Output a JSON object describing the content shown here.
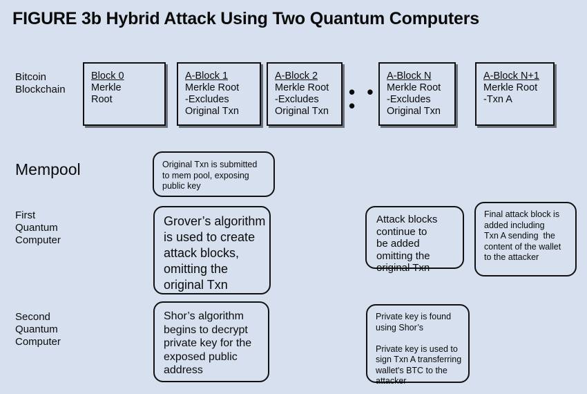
{
  "figure": {
    "title": "FIGURE 3b Hybrid Attack Using Two Quantum Computers"
  },
  "rows": {
    "blockchain_label": "Bitcoin\nBlockchain",
    "mempool_label": "Mempool",
    "first_qc_label": "First\nQuantum\nComputer",
    "second_qc_label": "Second\nQuantum\nComputer"
  },
  "blockchain": {
    "ellipsis": "• • •",
    "blocks": [
      {
        "id": "block-0",
        "title": "Block 0",
        "lines": [
          "Merkle",
          "Root"
        ]
      },
      {
        "id": "a-block-1",
        "title": "A-Block 1",
        "lines": [
          "Merkle Root",
          " -Excludes",
          "Original Txn"
        ]
      },
      {
        "id": "a-block-2",
        "title": "A-Block 2",
        "lines": [
          "Merkle Root",
          " -Excludes",
          "Original Txn"
        ]
      },
      {
        "id": "a-block-n",
        "title": "A-Block N",
        "lines": [
          "Merkle Root",
          " -Excludes",
          "Original Txn"
        ]
      },
      {
        "id": "a-block-n-plus-1",
        "title": "A-Block N+1",
        "lines": [
          "Merkle Root",
          " -Txn A"
        ]
      }
    ]
  },
  "callouts": {
    "mempool_submission": "Original Txn is submitted\nto mem pool, exposing\npublic key",
    "grovers_algorithm": "Grover’s algorithm\nis used to create\nattack blocks,\nomitting the\noriginal Txn",
    "attack_blocks_continue": "Attack blocks\ncontinue to\nbe added\nomitting the\noriginal Txn",
    "final_attack_block": "Final attack block is\nadded including\nTxn A sending  the\ncontent of the wallet\nto the attacker",
    "shors_algorithm": "Shor’s algorithm\nbegins to decrypt\nprivate key for the\nexposed public\naddress",
    "private_key_found": "Private key is found\nusing Shor’s\n\nPrivate key is used to\nsign Txn A transferring\nwallet's BTC to the\nattacker"
  },
  "colors": {
    "background": "#d6e0ee",
    "stroke": "#101010",
    "text": "#0a0a0a"
  }
}
